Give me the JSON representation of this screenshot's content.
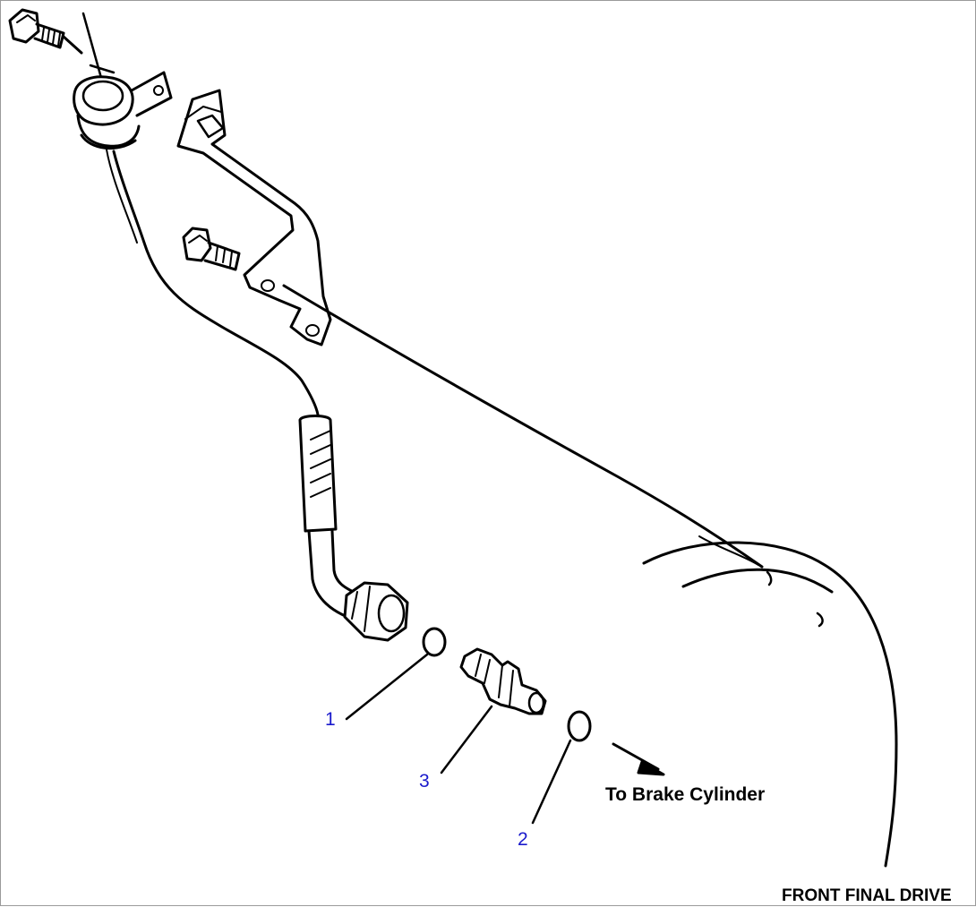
{
  "colors": {
    "callout": "#1a1acc",
    "line": "#000000",
    "background": "#ffffff"
  },
  "callouts": [
    {
      "id": "1",
      "label": "1"
    },
    {
      "id": "2",
      "label": "2"
    },
    {
      "id": "3",
      "label": "3"
    }
  ],
  "annotations": {
    "to_brake": "To Brake Cylinder",
    "frame_title": "FRONT FINAL DRIVE"
  }
}
